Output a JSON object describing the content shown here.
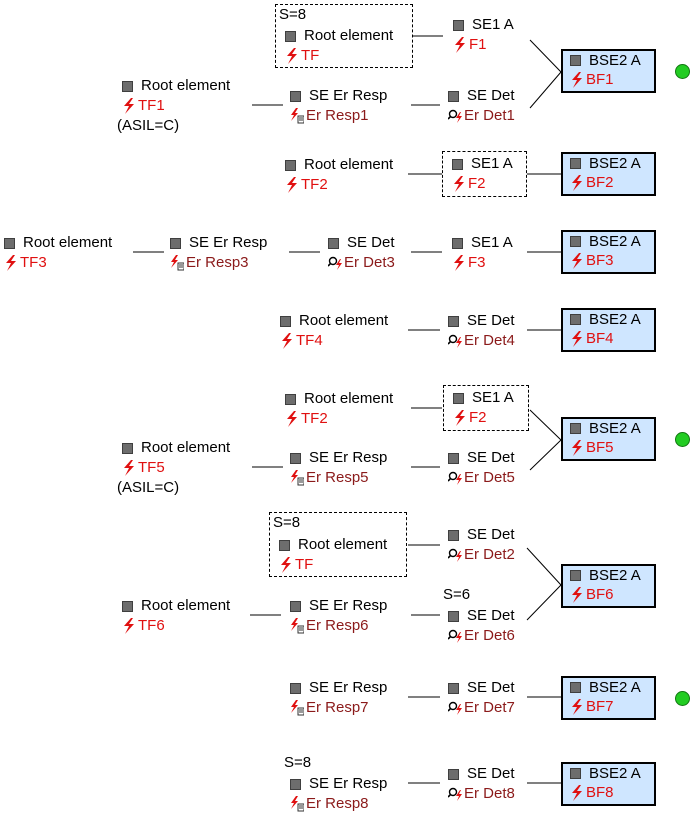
{
  "colors": {
    "fault_red": "#e01010",
    "resp_darkred": "#8b1a1a",
    "bse_fill": "#cfe6ff",
    "status_green": "#22cc22"
  },
  "icons": {
    "fault": "lightning-fault-icon",
    "resp": "response-icon",
    "det": "magnifier-detection-icon",
    "node": "gray-square-icon"
  },
  "trees": [
    {
      "s_tf": "S=8",
      "tf_root": "Root element",
      "tf_id": "TF",
      "f1_title": "SE1 A",
      "f1_id": "F1",
      "root_title": "Root element",
      "root_id": "TF1",
      "root_asil": "(ASIL=C)",
      "resp_title": "SE Er Resp",
      "resp_id": "Er Resp1",
      "det_title": "SE Det",
      "det_id": "Er Det1",
      "bse_title": "BSE2 A",
      "bse_id": "BF1"
    },
    {
      "root_title": "Root element",
      "root_id": "TF2",
      "f_title": "SE1 A",
      "f_id": "F2",
      "bse_title": "BSE2 A",
      "bse_id": "BF2"
    },
    {
      "root_title": "Root element",
      "root_id": "TF3",
      "resp_title": "SE Er Resp",
      "resp_id": "Er Resp3",
      "det_title": "SE Det",
      "det_id": "Er Det3",
      "f_title": "SE1 A",
      "f_id": "F3",
      "bse_title": "BSE2 A",
      "bse_id": "BF3"
    },
    {
      "root_title": "Root element",
      "root_id": "TF4",
      "det_title": "SE Det",
      "det_id": "Er Det4",
      "bse_title": "BSE2 A",
      "bse_id": "BF4"
    },
    {
      "tf2_title": "Root element",
      "tf2_id": "TF2",
      "f2_title": "SE1 A",
      "f2_id": "F2",
      "root_title": "Root element",
      "root_id": "TF5",
      "root_asil": "(ASIL=C)",
      "resp_title": "SE Er Resp",
      "resp_id": "Er Resp5",
      "det_title": "SE Det",
      "det_id": "Er Det5",
      "bse_title": "BSE2 A",
      "bse_id": "BF5"
    },
    {
      "s_tf": "S=8",
      "tf_root": "Root element",
      "tf_id": "TF",
      "det2_title": "SE Det",
      "det2_id": "Er Det2",
      "root_title": "Root element",
      "root_id": "TF6",
      "resp_title": "SE Er Resp",
      "resp_id": "Er Resp6",
      "s_det": "S=6",
      "det6_title": "SE Det",
      "det6_id": "Er Det6",
      "bse_title": "BSE2 A",
      "bse_id": "BF6"
    },
    {
      "resp_title": "SE Er Resp",
      "resp_id": "Er Resp7",
      "det_title": "SE Det",
      "det_id": "Er Det7",
      "bse_title": "BSE2 A",
      "bse_id": "BF7"
    },
    {
      "s_resp": "S=8",
      "resp_title": "SE Er Resp",
      "resp_id": "Er Resp8",
      "det_title": "SE Det",
      "det_id": "Er Det8",
      "bse_title": "BSE2 A",
      "bse_id": "BF8"
    }
  ]
}
